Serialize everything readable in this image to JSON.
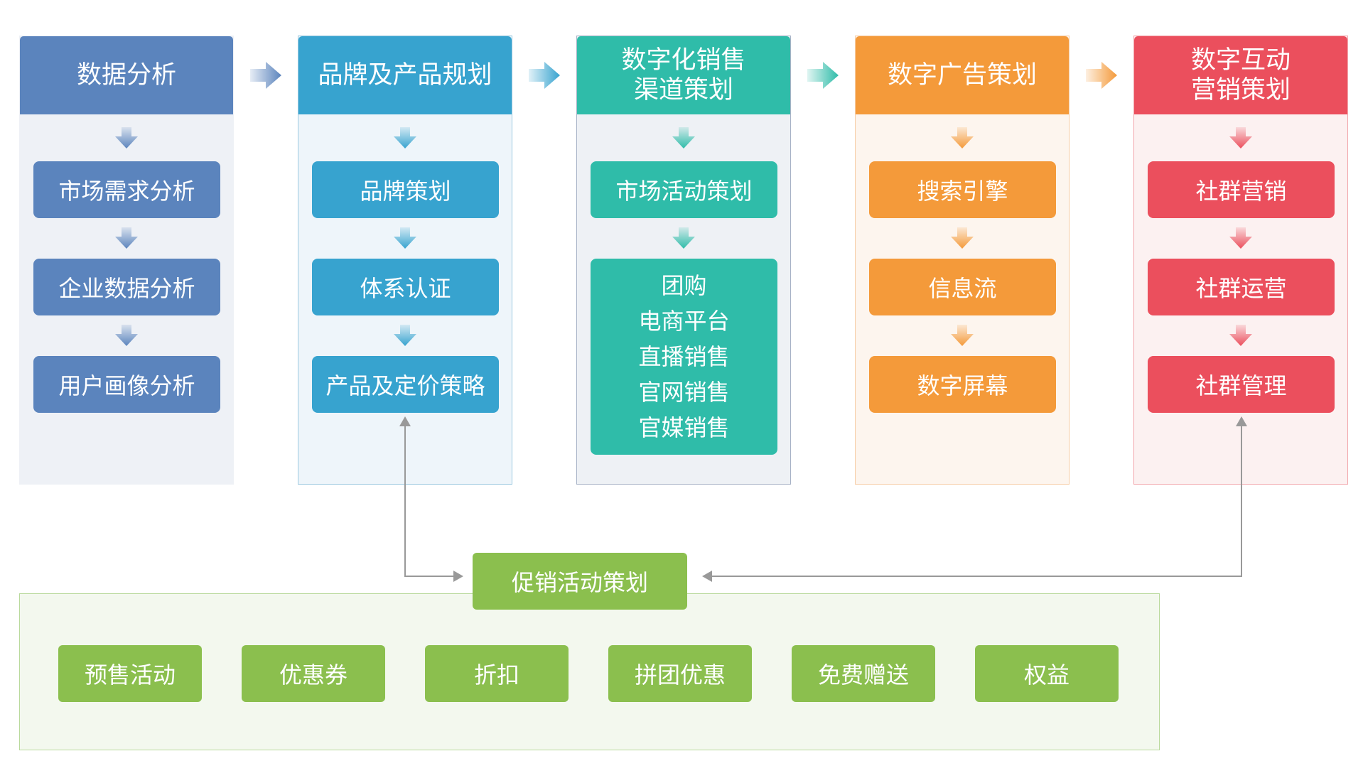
{
  "columns": [
    {
      "header": "数据分析",
      "items": [
        "市场需求分析",
        "企业数据分析",
        "用户画像分析"
      ],
      "colors": {
        "header": "#5b84bd",
        "panel": "#eef1f6",
        "item": "#5b84bd",
        "arrow": "#5b84bd",
        "border": "#eef1f6"
      }
    },
    {
      "header": "品牌及产品规划",
      "items": [
        "品牌策划",
        "体系认证",
        "产品及定价策略"
      ],
      "colors": {
        "header": "#37a3cf",
        "panel": "#eef5fa",
        "item": "#37a3cf",
        "arrow": "#37a3cf",
        "border": "#9cc9e0"
      }
    },
    {
      "header": "数字化销售\n渠道策划",
      "items": [
        "市场活动策划",
        "团购\n电商平台\n直播销售\n官网销售\n官媒销售"
      ],
      "colors": {
        "header": "#2fbca9",
        "panel": "#eef1f5",
        "item": "#2fbca9",
        "arrow": "#2fbca9",
        "border": "#a7b2c6"
      }
    },
    {
      "header": "数字广告策划",
      "items": [
        "搜索引擎",
        "信息流",
        "数字屏幕"
      ],
      "colors": {
        "header": "#f49a3a",
        "panel": "#fdf5ee",
        "item": "#f49a3a",
        "arrow": "#f49a3a",
        "border": "#f6cda6"
      }
    },
    {
      "header": "数字互动\n营销策划",
      "items": [
        "社群营销",
        "社群运营",
        "社群管理"
      ],
      "colors": {
        "header": "#eb4f5d",
        "panel": "#fcf1f1",
        "item": "#eb4f5d",
        "arrow": "#eb4f5d",
        "border": "#f2a7ad"
      }
    }
  ],
  "promotion": {
    "title": "促销活动策划",
    "items": [
      "预售活动",
      "优惠券",
      "折扣",
      "拼团优惠",
      "免费赠送",
      "权益"
    ],
    "color": "#8bbf4e"
  },
  "connector_color": "#999999"
}
